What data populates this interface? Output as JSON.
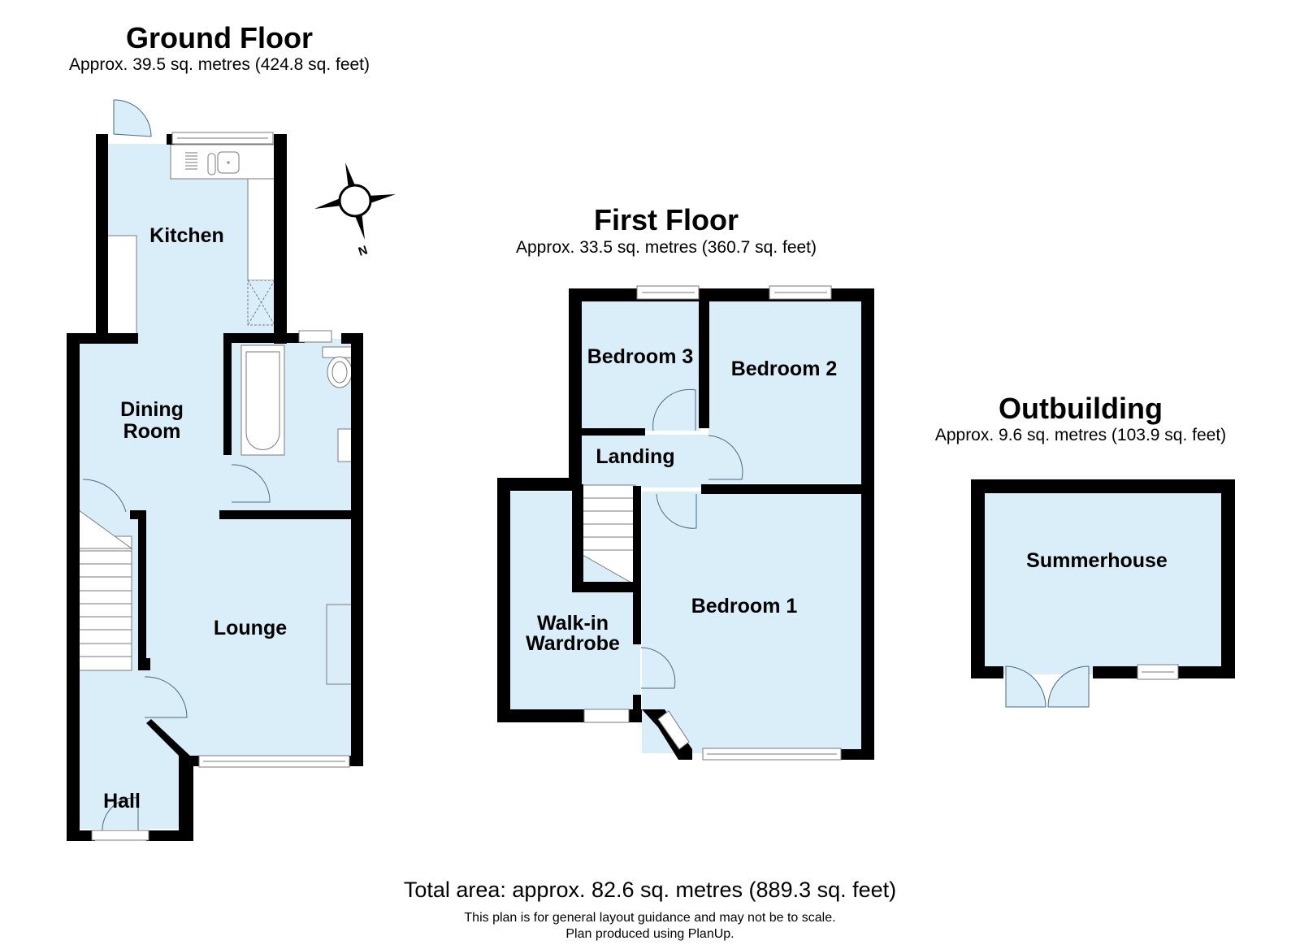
{
  "ground_floor": {
    "title": "Ground Floor",
    "area": "Approx. 39.5 sq. metres (424.8 sq. feet)",
    "rooms": {
      "kitchen": "Kitchen",
      "dining_line1": "Dining",
      "dining_line2": "Room",
      "lounge": "Lounge",
      "hall": "Hall"
    }
  },
  "first_floor": {
    "title": "First Floor",
    "area": "Approx. 33.5 sq. metres (360.7 sq. feet)",
    "rooms": {
      "bedroom3": "Bedroom 3",
      "bedroom2": "Bedroom 2",
      "landing": "Landing",
      "bedroom1": "Bedroom 1",
      "wardrobe_line1": "Walk-in",
      "wardrobe_line2": "Wardrobe"
    }
  },
  "outbuilding": {
    "title": "Outbuilding",
    "area": "Approx. 9.6 sq. metres (103.9 sq. feet)",
    "rooms": {
      "summerhouse": "Summerhouse"
    }
  },
  "compass": {
    "icon": "compass-rose-icon",
    "north_label": "N"
  },
  "footer": {
    "total_area": "Total area: approx. 82.6 sq. metres (889.3 sq. feet)",
    "disclaimer": "This plan is for general layout guidance and may not be to scale.",
    "credit": "Plan produced using PlanUp."
  },
  "colors": {
    "room_fill": "#daeefa",
    "wall": "#000000",
    "fixture_line": "#7a7a7a",
    "background": "#ffffff"
  }
}
